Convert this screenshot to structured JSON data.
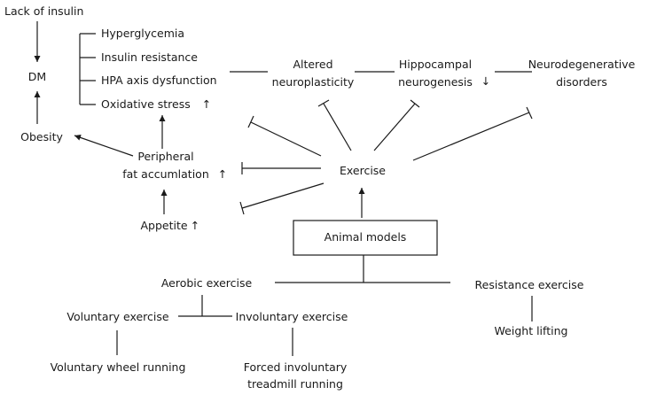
{
  "diagram": {
    "top": {
      "lack_of_insulin": "Lack of insulin",
      "dm": "DM",
      "obesity": "Obesity",
      "hyperglycemia": "Hyperglycemia",
      "insulin_resistance": "Insulin resistance",
      "hpa_axis": "HPA axis dysfunction",
      "oxidative_stress": "Oxidative stress",
      "altered_line1": "Altered",
      "altered_line2": "neuroplasticity",
      "hippo_line1": "Hippocampal",
      "hippo_line2": "neurogenesis",
      "neuro_line1": "Neurodegenerative",
      "neuro_line2": "disorders",
      "peripheral_line1": "Peripheral",
      "peripheral_line2": "fat accumlation",
      "appetite": "Appetite",
      "exercise": "Exercise"
    },
    "bottom": {
      "animal_models": "Animal models",
      "aerobic": "Aerobic exercise",
      "resistance": "Resistance exercise",
      "voluntary": "Voluntary exercise",
      "involuntary": "Involuntary exercise",
      "weight_lifting": "Weight lifting",
      "wheel_running": "Voluntary wheel running",
      "forced_line1": "Forced involuntary",
      "forced_line2": "treadmill running"
    },
    "up_arrow": "↑",
    "down_arrow": "↓"
  }
}
